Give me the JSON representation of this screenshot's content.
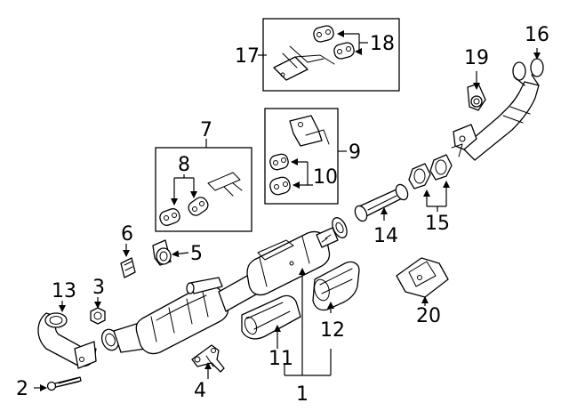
{
  "callouts": {
    "c1": "1",
    "c2": "2",
    "c3": "3",
    "c4": "4",
    "c5": "5",
    "c6": "6",
    "c7": "7",
    "c8": "8",
    "c9": "9",
    "c10": "10",
    "c11": "11",
    "c12": "12",
    "c13": "13",
    "c14": "14",
    "c15": "15",
    "c16": "16",
    "c17": "17",
    "c18": "18",
    "c19": "19",
    "c20": "20"
  },
  "colors": {
    "line": "#000000",
    "background": "#ffffff"
  }
}
